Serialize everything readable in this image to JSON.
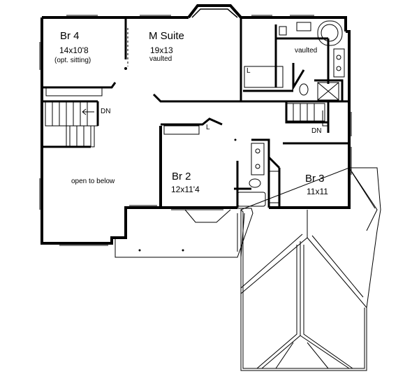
{
  "rooms": {
    "br4": {
      "name": "Br 4",
      "size": "14x10'8",
      "note": "(opt. sitting)"
    },
    "msuite": {
      "name": "M Suite",
      "size": "19x13",
      "note": "vaulted"
    },
    "bath": {
      "note": "vaulted"
    },
    "br2": {
      "name": "Br 2",
      "size": "12x11'4"
    },
    "br3": {
      "name": "Br 3",
      "size": "11x11"
    },
    "open": {
      "name": "open to below"
    }
  },
  "stairs": {
    "dn_left": "DN",
    "dn_right": "DN"
  },
  "laundry_marks": {
    "l1": "L",
    "l2": "L"
  }
}
